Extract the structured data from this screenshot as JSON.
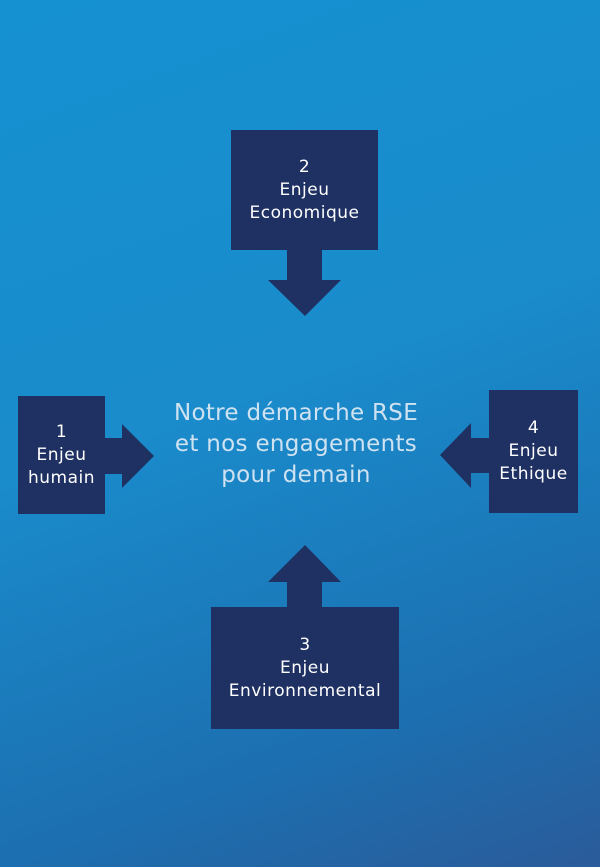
{
  "colors": {
    "background_top": "#1591d1",
    "background_bottom": "#2b5b9a",
    "box_fill": "#1f3163",
    "box_text": "#ffffff",
    "center_text": "#cfe2f1"
  },
  "center": {
    "line1": "Notre démarche RSE",
    "line2": "et nos engagements",
    "line3": "pour demain"
  },
  "boxes": {
    "humain": {
      "number": "1",
      "line1": "Enjeu",
      "line2": "humain"
    },
    "economique": {
      "number": "2",
      "line1": "Enjeu",
      "line2": "Economique"
    },
    "environnemental": {
      "number": "3",
      "line1": "Enjeu",
      "line2": "Environnemental"
    },
    "ethique": {
      "number": "4",
      "line1": "Enjeu",
      "line2": "Ethique"
    }
  }
}
